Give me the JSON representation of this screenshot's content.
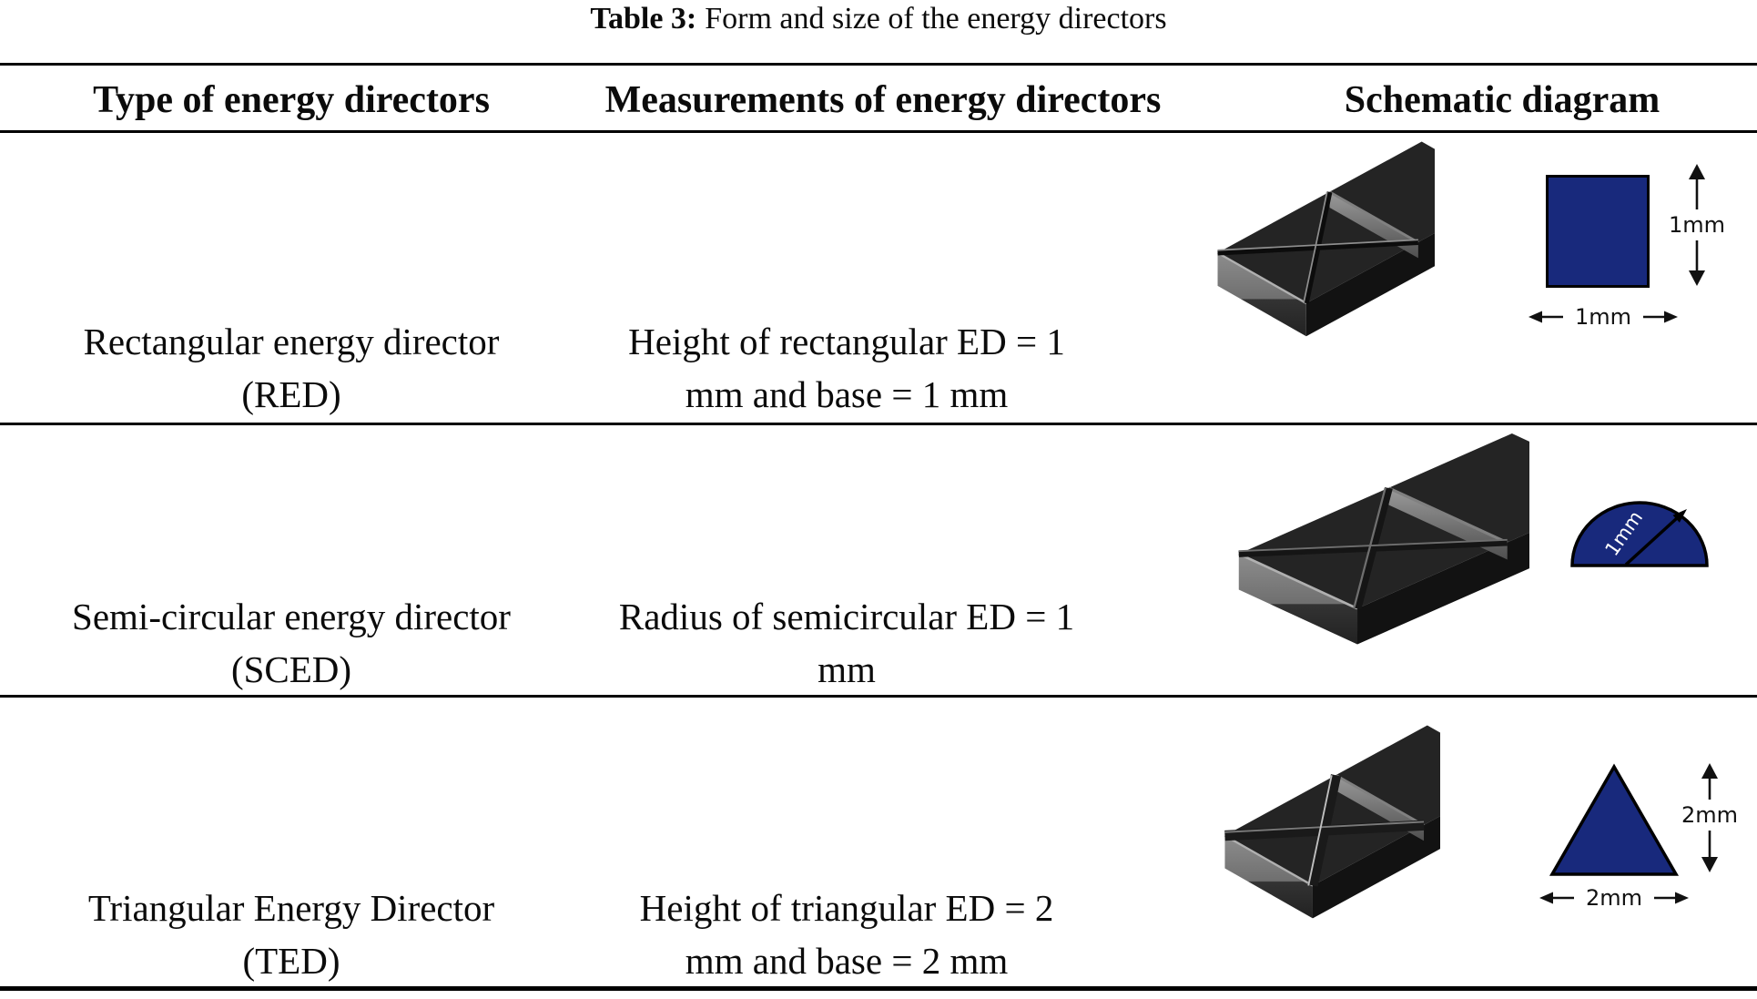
{
  "caption": {
    "label": "Table 3:",
    "text": "Form and size of the energy directors"
  },
  "table": {
    "headers": [
      "Type of energy directors",
      "Measurements of energy directors",
      "Schematic diagram"
    ],
    "rows": [
      {
        "type_line1": "Rectangular energy director",
        "type_line2": "(RED)",
        "measurement_line1": "Height of rectangular ED = 1",
        "measurement_line2": "mm and base = 1 mm",
        "schematic": {
          "shape": "rectangular-cross-section",
          "height_label": "1mm",
          "base_label": "1mm"
        }
      },
      {
        "type_line1": "Semi-circular energy director",
        "type_line2": "(SCED)",
        "measurement_line1": "Radius of semicircular ED = 1",
        "measurement_line2": "mm",
        "schematic": {
          "shape": "semicircular-cross-section",
          "radius_label": "1mm"
        }
      },
      {
        "type_line1": "Triangular Energy Director",
        "type_line2": "(TED)",
        "measurement_line1": "Height of triangular ED = 2",
        "measurement_line2": "mm and base = 2 mm",
        "schematic": {
          "shape": "triangular-cross-section",
          "height_label": "2mm",
          "base_label": "2mm"
        }
      }
    ]
  },
  "colors": {
    "shape_fill": "#18297C",
    "line": "#000000"
  }
}
